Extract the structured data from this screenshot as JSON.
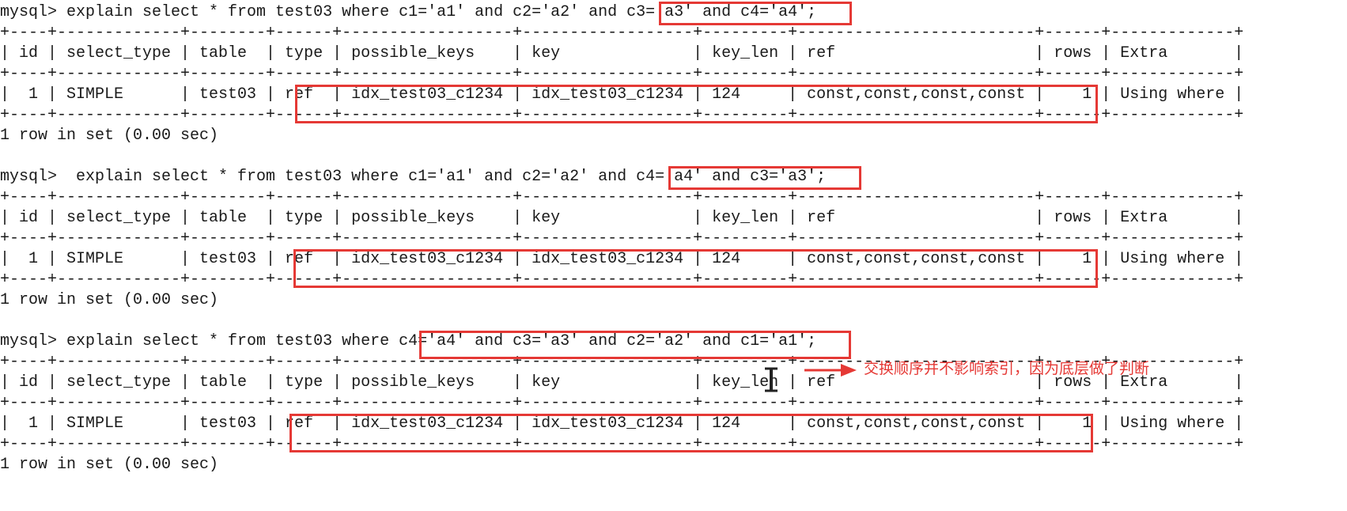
{
  "blocks": [
    {
      "query": "mysql> explain select * from test03 where c1='a1' and c2='a2' and c3='a3' and c4='a4';",
      "border": "+----+-------------+--------+------+------------------+------------------+---------+-------------------------+------+-------------+",
      "header": "| id | select_type | table  | type | possible_keys    | key              | key_len | ref                     | rows | Extra       |",
      "row": "|  1 | SIMPLE      | test03 | ref  | idx_test03_c1234 | idx_test03_c1234 | 124     | const,const,const,const |    1 | Using where |",
      "footer": "1 row in set (0.00 sec)"
    },
    {
      "query": "mysql>  explain select * from test03 where c1='a1' and c2='a2' and c4='a4' and c3='a3';",
      "border": "+----+-------------+--------+------+------------------+------------------+---------+-------------------------+------+-------------+",
      "header": "| id | select_type | table  | type | possible_keys    | key              | key_len | ref                     | rows | Extra       |",
      "row": "|  1 | SIMPLE      | test03 | ref  | idx_test03_c1234 | idx_test03_c1234 | 124     | const,const,const,const |    1 | Using where |",
      "footer": "1 row in set (0.00 sec)"
    },
    {
      "query": "mysql> explain select * from test03 where c4='a4' and c3='a3' and c2='a2' and c1='a1';",
      "border": "+----+-------------+--------+------+------------------+------------------+---------+-------------------------+------+-------------+",
      "header": "| id | select_type | table  | type | possible_keys    | key              | key_len | ref                     | rows | Extra       |",
      "row": "|  1 | SIMPLE      | test03 | ref  | idx_test03_c1234 | idx_test03_c1234 | 124     | const,const,const,const |    1 | Using where |",
      "footer": "1 row in set (0.00 sec)"
    }
  ],
  "annotation": "交换顺序并不影响索引，因为底层做了判断",
  "colors": {
    "highlight": "#e53935",
    "text": "#1a1a1a",
    "background": "#ffffff"
  },
  "icons": {
    "arrow": "arrow-right-icon",
    "cursor": "text-cursor-icon"
  }
}
